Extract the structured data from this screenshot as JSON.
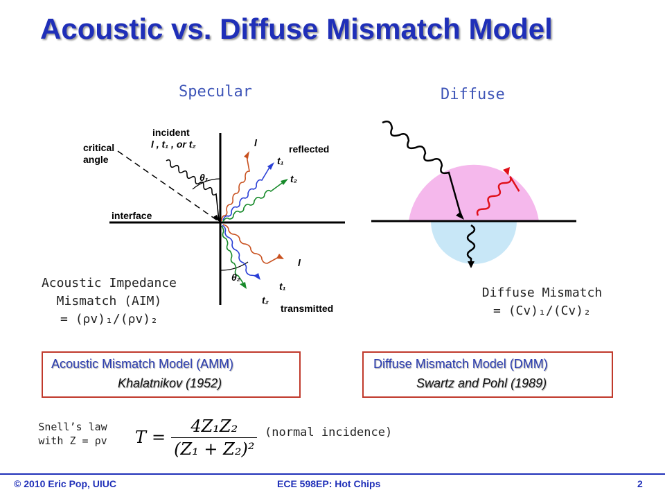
{
  "title": "Acoustic vs. Diffuse Mismatch Model",
  "specular": {
    "caption": "Specular",
    "critical_angle_label": [
      "critical",
      "angle"
    ],
    "incident_label": "incident",
    "incident_sub": "l , t₁ , or t₂",
    "reflected_label": "reflected",
    "interface_label": "interface",
    "transmitted_label": "transmitted",
    "theta1": "θ₁",
    "theta2": "θ₂",
    "wave_labels_reflected": [
      "l",
      "t₁",
      "t₂"
    ],
    "wave_labels_transmitted": [
      "l",
      "t₁",
      "t₂"
    ],
    "aim_text": [
      "Acoustic Impedance",
      "Mismatch (AIM)",
      "= (ρv)₁/(ρv)₂"
    ]
  },
  "diffuse": {
    "caption": "Diffuse",
    "dm_text": [
      "Diffuse Mismatch",
      "= (Cv)₁/(Cv)₂"
    ]
  },
  "amm_box": {
    "title": "Acoustic Mismatch Model (AMM)",
    "author": "Khalatnikov (1952)"
  },
  "dmm_box": {
    "title": "Diffuse Mismatch Model (DMM)",
    "author": "Swartz and Pohl (1989)"
  },
  "snell": {
    "line1": "Snell’s law",
    "line2": "with Z = ρv"
  },
  "formula": {
    "T": "T",
    "numerator": "4Z₁Z₂",
    "denominator": "(Z₁ + Z₂)²"
  },
  "normal_incidence": "(normal incidence)",
  "footer": {
    "left": "© 2010 Eric Pop, UIUC",
    "center": "ECE 598EP: Hot Chips",
    "right": "2"
  },
  "colors": {
    "title": "#1f2fb8",
    "orange": "#c8501e",
    "blue": "#2a3fd6",
    "green": "#178a2a",
    "red": "#e0101a",
    "pink": "#f5b8ec",
    "lightblue": "#c8e7f7",
    "box_border": "#c0392b"
  }
}
